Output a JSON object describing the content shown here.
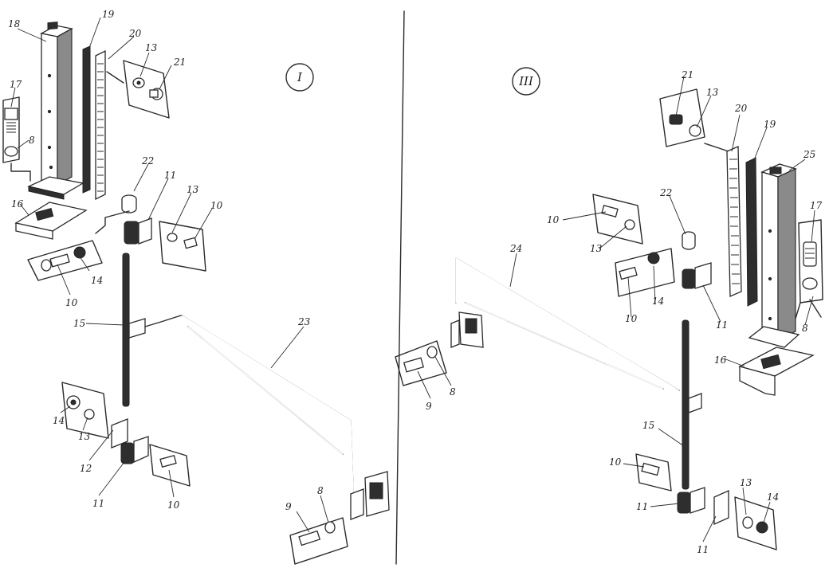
{
  "diagram": {
    "views": [
      {
        "id": "view-1",
        "numeral": "I"
      },
      {
        "id": "view-3",
        "numeral": "III"
      }
    ],
    "labels_view1": {
      "l18": "18",
      "l19": "19",
      "l20": "20",
      "l13a": "13",
      "l21": "21",
      "l17": "17",
      "l8a": "8",
      "l16": "16",
      "l22": "22",
      "l11a": "11",
      "l13b": "13",
      "l10a": "10",
      "l10b": "10",
      "l14a": "14",
      "l15": "15",
      "l23": "23",
      "l14b": "14",
      "l13c": "13",
      "l12": "12",
      "l11b": "11",
      "l10c": "10",
      "l9": "9",
      "l8b": "8"
    },
    "labels_view3": {
      "l21": "21",
      "l13a": "13",
      "l20": "20",
      "l19": "19",
      "l25": "25",
      "l22": "22",
      "l10a": "10",
      "l13b": "13",
      "l24": "24",
      "l10b": "10",
      "l14a": "14",
      "l11a": "11",
      "l17": "17",
      "l8a": "8",
      "l9": "9",
      "l8b": "8",
      "l16": "16",
      "l15": "15",
      "l10c": "10",
      "l11b": "11",
      "l13c": "13",
      "l14b": "14",
      "l11c": "11"
    }
  }
}
